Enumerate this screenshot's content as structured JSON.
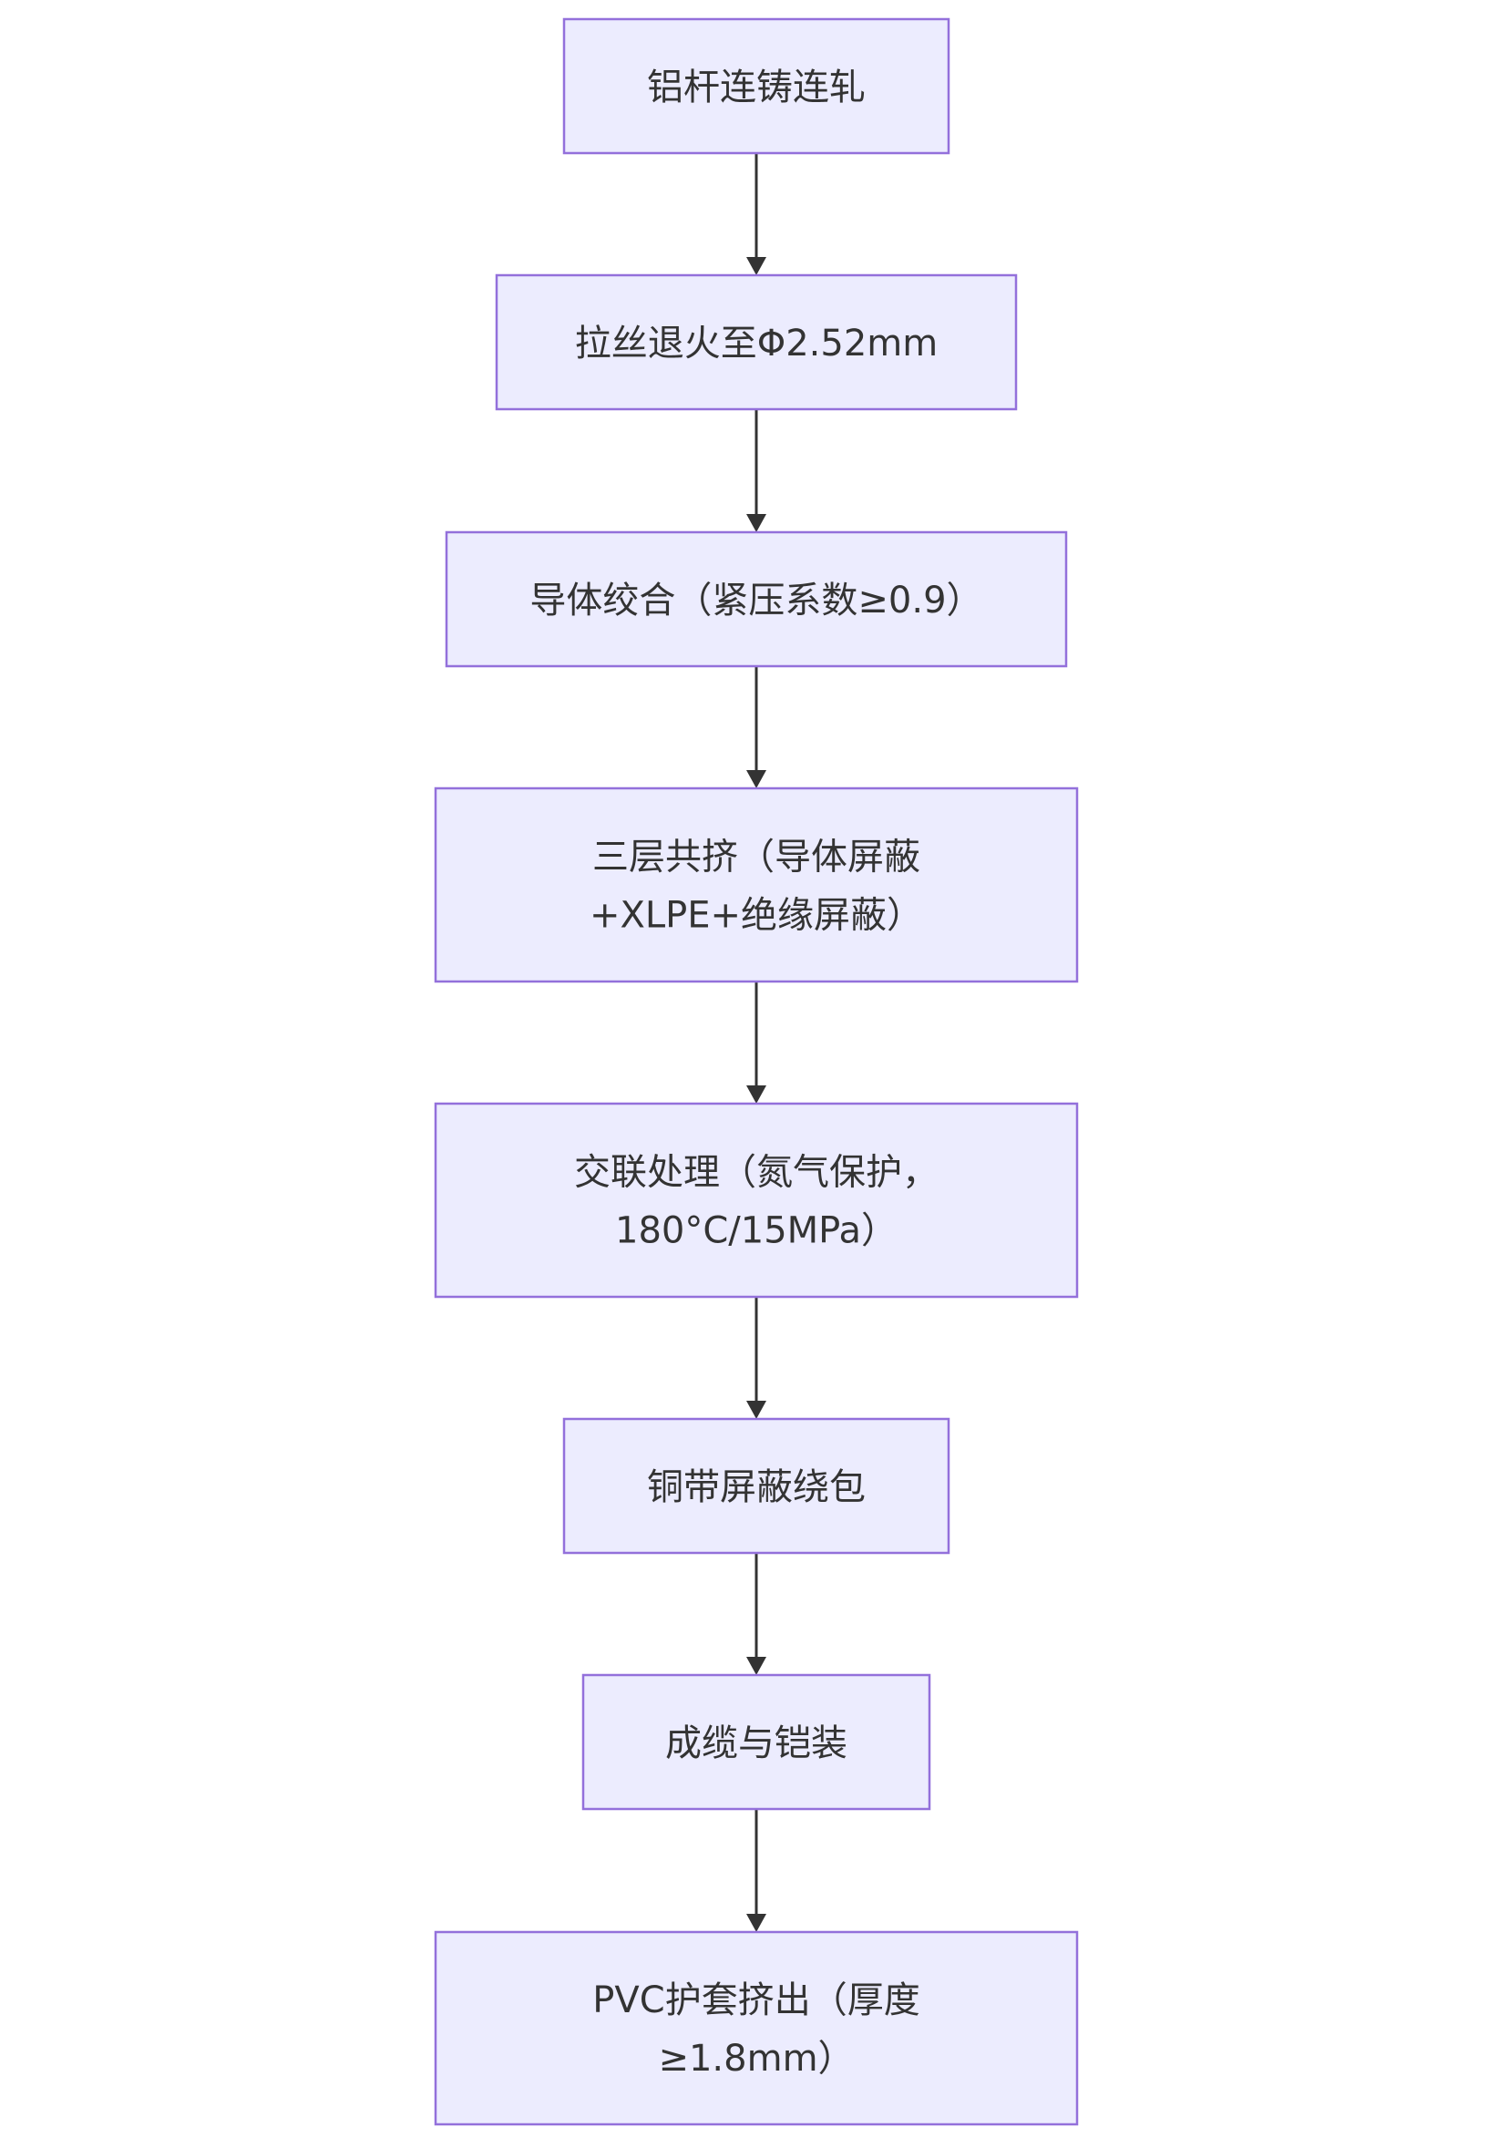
{
  "flowchart": {
    "direction": "top-down",
    "colors": {
      "node_fill": "#ececfe",
      "node_border": "#9370db",
      "text": "#333333",
      "edge": "#333333"
    },
    "nodes": [
      {
        "id": "n1",
        "lines": [
          "铝杆连铸连轧"
        ]
      },
      {
        "id": "n2",
        "lines": [
          "拉丝退火至Φ2.52mm"
        ]
      },
      {
        "id": "n3",
        "lines": [
          "导体绞合（紧压系数≥0.9）"
        ]
      },
      {
        "id": "n4",
        "lines": [
          "三层共挤（导体屏蔽",
          "+XLPE+绝缘屏蔽）"
        ]
      },
      {
        "id": "n5",
        "lines": [
          "交联处理（氮气保护，",
          "180°C/15MPa）"
        ]
      },
      {
        "id": "n6",
        "lines": [
          "铜带屏蔽绕包"
        ]
      },
      {
        "id": "n7",
        "lines": [
          "成缆与铠装"
        ]
      },
      {
        "id": "n8",
        "lines": [
          "PVC护套挤出（厚度",
          "≥1.8mm）"
        ]
      }
    ],
    "edges": [
      {
        "from": "n1",
        "to": "n2"
      },
      {
        "from": "n2",
        "to": "n3"
      },
      {
        "from": "n3",
        "to": "n4"
      },
      {
        "from": "n4",
        "to": "n5"
      },
      {
        "from": "n5",
        "to": "n6"
      },
      {
        "from": "n6",
        "to": "n7"
      },
      {
        "from": "n7",
        "to": "n8"
      }
    ]
  }
}
